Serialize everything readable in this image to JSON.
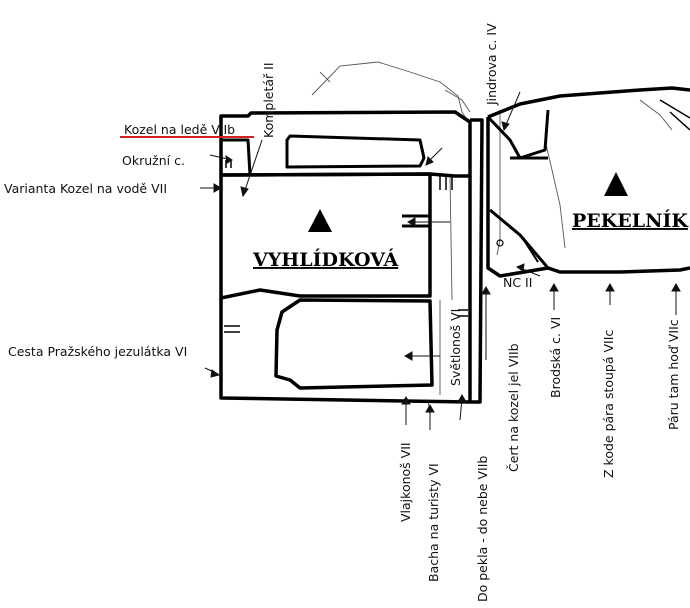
{
  "rocks": {
    "vyhlidkova": "VYHLÍDKOVÁ",
    "pekelnik": "PEKELNÍK"
  },
  "routes": {
    "kozel_na_ledu": "Kozel na ledě VIIb",
    "okruzni": "Okružní c.",
    "varianta_kozel": "Varianta Kozel na vodě VII",
    "cesta_prazskeho": "Cesta Pražského jezulátka VI",
    "kompletar": "Kompletář II",
    "jindrova": "Jindrova c. IV",
    "nc": "NC II",
    "svetlonos": "Světlonoš VI",
    "vlajkonos": "Vlajkonoš VII",
    "bacha": "Bacha na turisty VI",
    "do_pekla": "Do pekla - do nebe VIIb",
    "cert": "Čert na kozel jel VIIb",
    "brodska": "Brodská c. VI",
    "z_kode": "Z kode pára stoupá VIIc",
    "paru_tam": "Páru tam hoď VIIc"
  },
  "colors": {
    "ink": "#111111",
    "highlight": "#d32020"
  }
}
